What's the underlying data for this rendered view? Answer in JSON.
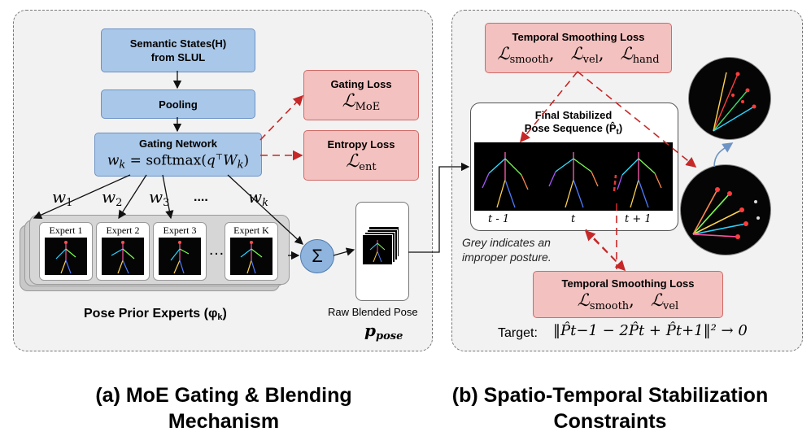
{
  "left_panel": {
    "semantic_states": "Semantic States(H)\nfrom SLUL",
    "pooling": "Pooling",
    "gating_network": "Gating Network",
    "gating_formula_w": "w",
    "gating_formula_k": "k",
    "gating_formula_rest": " = softmax(",
    "gating_formula_q": "q",
    "gating_formula_T": "⊤",
    "gating_formula_W": "W",
    "gating_formula_close": ")",
    "gating_loss": "Gating Loss",
    "gating_loss_sym": "ℒ",
    "gating_loss_sub": "MoE",
    "entropy_loss": "Entropy Loss",
    "entropy_loss_sym": "ℒ",
    "entropy_loss_sub": "ent",
    "weights": [
      "w",
      "w",
      "w",
      "....",
      "w"
    ],
    "weight_subs": [
      "1",
      "2",
      "3",
      "",
      "k"
    ],
    "experts": [
      "Expert 1",
      "Expert 2",
      "Expert 3",
      "Expert K"
    ],
    "ellipsis": "…",
    "sum_symbol": "Σ",
    "experts_title": "Pose Prior Experts (φ",
    "experts_title_sub": "k",
    "experts_title_close": ")",
    "raw_blended": "Raw Blended Pose",
    "p_pose": "p",
    "p_pose_sub": "pose"
  },
  "right_panel": {
    "top_loss_title": "Temporal Smoothing Loss",
    "top_loss_terms": [
      "smooth",
      "vel",
      "hand"
    ],
    "final_title_1": "Final Stabilized",
    "final_title_2": "Pose Sequence (",
    "final_title_sym": "P̂",
    "final_title_sub": "t",
    "final_title_close": ")",
    "frame_labels": [
      "t - 1",
      "t",
      "t + 1"
    ],
    "grey_note": "Grey indicates an\nimproper posture.",
    "bottom_loss_title": "Temporal Smoothing Loss",
    "bottom_loss_terms": [
      "smooth",
      "vel"
    ],
    "target_label": "Target:",
    "target_formula": "‖P̂t−1 − 2P̂t + P̂t+1‖² → 0"
  },
  "captions": {
    "left": "(a) MoE Gating & Blending\nMechanism",
    "right": "(b) Spatio-Temporal Stabilization\nConstraints"
  },
  "colors": {
    "blue_box": "#a9c7e8",
    "red_box": "#f3c1bf",
    "red_arrow": "#c62828",
    "sum_circle": "#8fb4de"
  }
}
